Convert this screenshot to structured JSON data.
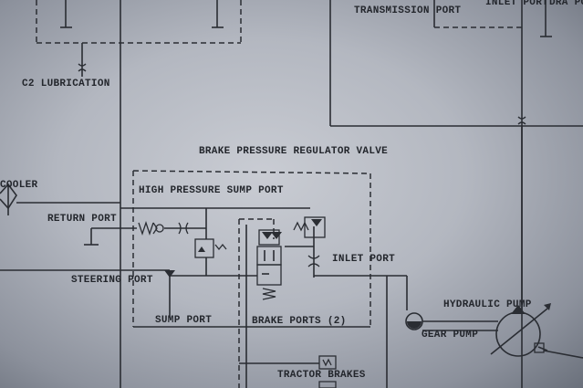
{
  "labels": {
    "transmission_port": "TRANSMISSION\nPORT",
    "inlet_port_top": "INLET\nPORT",
    "drain_top": "DRA\nPOR",
    "c2_lubrication": "C2 LUBRICATION",
    "cooler": "COOLER",
    "brake_pressure_regulator_valve": "BRAKE PRESSURE\nREGULATOR VALVE",
    "high_pressure_sump_port": "HIGH PRESSURE\nSUMP PORT",
    "return_port": "RETURN PORT",
    "inlet_port": "INLET\nPORT",
    "steering_port": "STEERING\nPORT",
    "sump_port": "SUMP PORT",
    "brake_ports": "BRAKE PORTS (2)",
    "hydraulic_pump": "HYDRAULIC\nPUMP",
    "gear_pump": "GEAR\nPUMP",
    "tractor_brakes": "TRACTOR BRAKES"
  }
}
